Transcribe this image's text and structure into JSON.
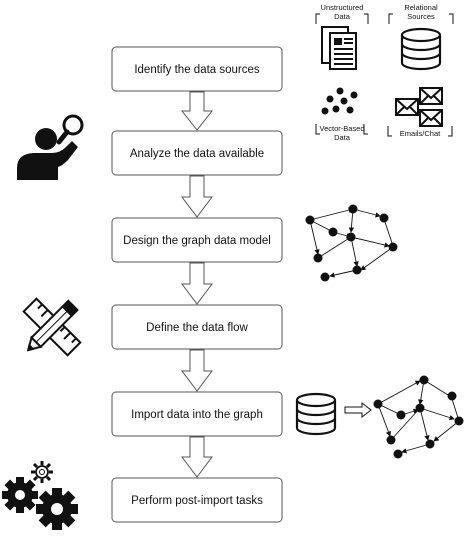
{
  "steps": [
    {
      "label": "Identify the data sources"
    },
    {
      "label": "Analyze the data available"
    },
    {
      "label": "Design the graph data model"
    },
    {
      "label": "Define the data flow"
    },
    {
      "label": "Import data into the graph"
    },
    {
      "label": "Perform post-import tasks"
    }
  ],
  "sources": {
    "unstructured": [
      "Unstructured",
      "Data"
    ],
    "relational": [
      "Relational",
      "Sources"
    ],
    "vector": [
      "Vector-Based",
      "Data"
    ],
    "emails": "Emails/Chat"
  },
  "icons": {
    "analyze": "person-magnifier-icon",
    "define": "ruler-pencil-icon",
    "post_import": "gears-icon",
    "unstructured": "documents-icon",
    "relational": "database-icon",
    "vector": "dots-cluster-icon",
    "emails": "envelopes-icon",
    "graph": "graph-network-icon",
    "import_db": "database-icon",
    "import_arrow": "hollow-right-arrow-icon"
  }
}
